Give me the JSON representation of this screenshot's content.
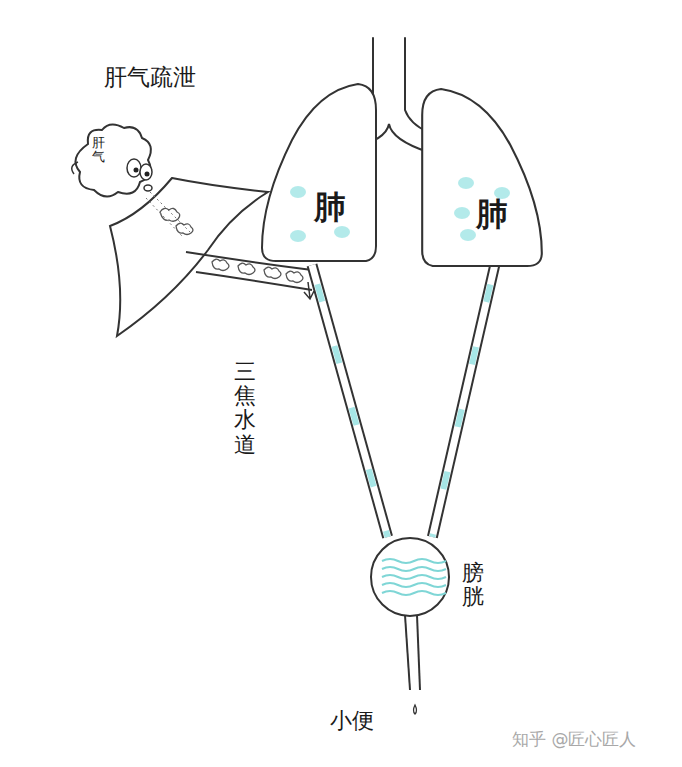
{
  "diagram": {
    "title": "肝气疏泄",
    "nodes": [
      {
        "text": [
          "肝气"
        ]
      },
      {
        "text": [
          "肺"
        ]
      },
      {
        "text": [
          "肺"
        ]
      },
      {
        "text": [
          "膀胱"
        ]
      }
    ],
    "edges": [
      {
        "from": 1,
        "to": 3,
        "arrow": "none"
      },
      {
        "from": 2,
        "to": 3,
        "arrow": "none"
      }
    ],
    "labels": [
      "三焦水道",
      "小便",
      "知乎 @匠心匠人"
    ]
  }
}
